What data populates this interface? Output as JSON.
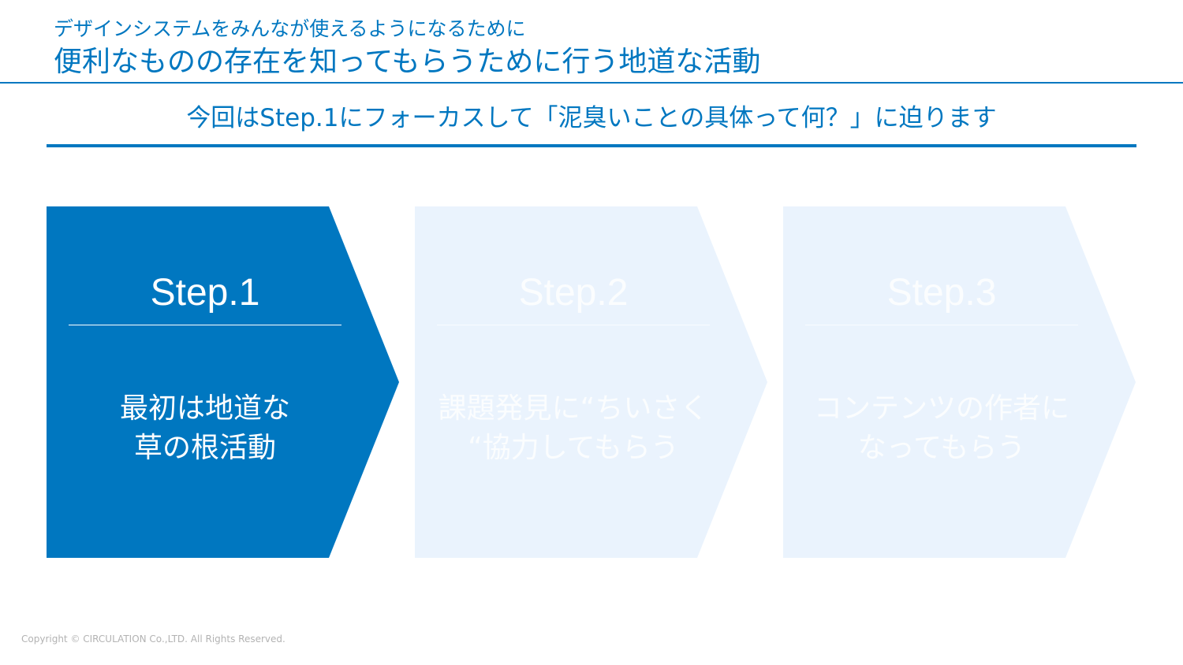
{
  "header": {
    "subtitle": "デザインシステムをみんなが使えるようになるために",
    "title": "便利なものの存在を知ってもらうために行う地道な活動"
  },
  "lead": "今回はStep.1にフォーカスして「泥臭いことの具体って何？」に迫ります",
  "steps": [
    {
      "label": "Step.1",
      "line1": "最初は地道な",
      "line2": "草の根活動",
      "state": "active"
    },
    {
      "label": "Step.2",
      "line1": "課題発見に“ちいさく",
      "line2": "“協力してもらう",
      "state": "inactive"
    },
    {
      "label": "Step.3",
      "line1": "コンテンツの作者に",
      "line2": "なってもらう",
      "state": "inactive"
    }
  ],
  "colors": {
    "brand": "#0077c0",
    "active_fill": "#0077c0",
    "inactive_fill": "#eaf3fd"
  },
  "footer": "Copyright © CIRCULATION Co.,LTD. All Rights Reserved."
}
